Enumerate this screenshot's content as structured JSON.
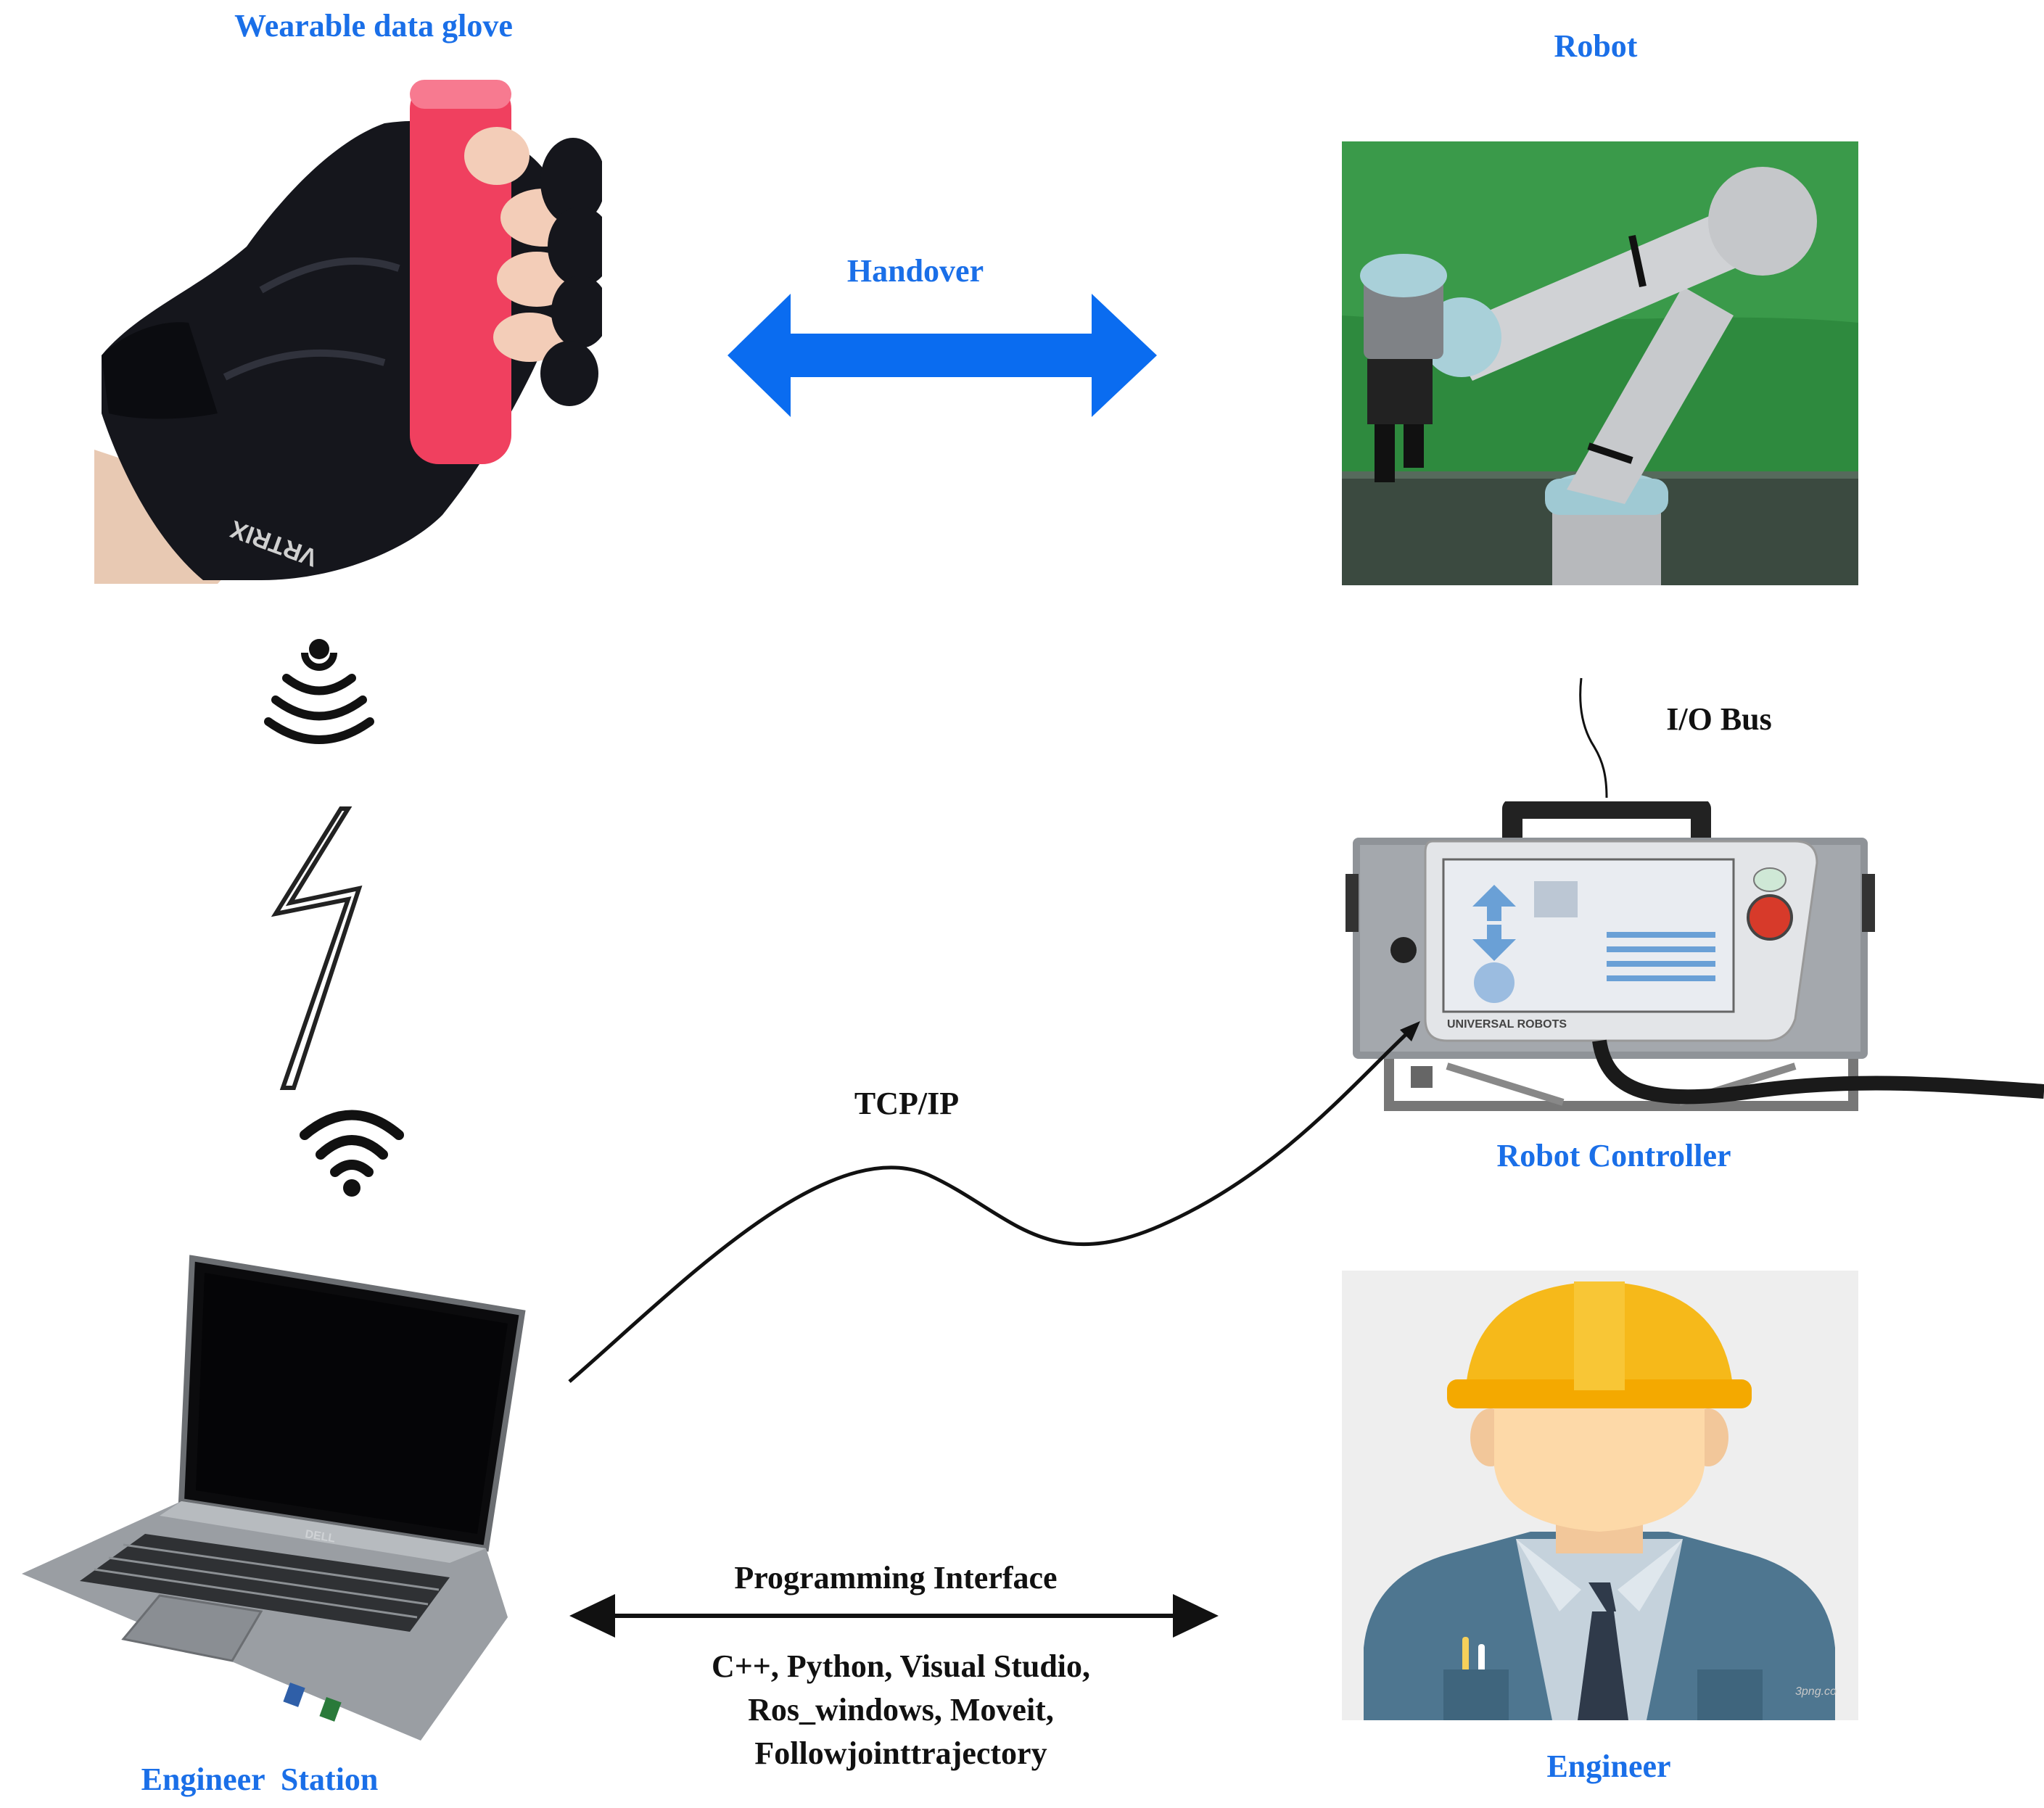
{
  "labels": {
    "glove": "Wearable data glove",
    "robot": "Robot",
    "handover": "Handover",
    "io_bus": "I/O Bus",
    "robot_controller": "Robot Controller",
    "tcp_ip": "TCP/IP",
    "engineer_station": "Engineer  Station",
    "engineer": "Engineer",
    "programming_interface": "Programming Interface",
    "code_lines": [
      "C++, Python, Visual Studio,",
      "Ros_windows, Moveit,",
      "Followjointtrajectory"
    ]
  },
  "pictures": {
    "glove_brand": "VRTRIX",
    "controller_brand": "UNIVERSAL ROBOTS",
    "laptop_brand": "DELL",
    "engineer_watermark": "3png.co"
  },
  "colors": {
    "label_blue": "#1a6fe8",
    "arrow_blue": "#0a6cf0",
    "robot_green": "#2e8a3e",
    "helmet_yellow": "#f6b91a",
    "jacket": "#4e7690",
    "glove_black": "#15161c",
    "cylinder_pink": "#f0405f"
  },
  "icons": [
    "signal-waves-icon",
    "lightning-bolt-icon",
    "wifi-icon"
  ]
}
